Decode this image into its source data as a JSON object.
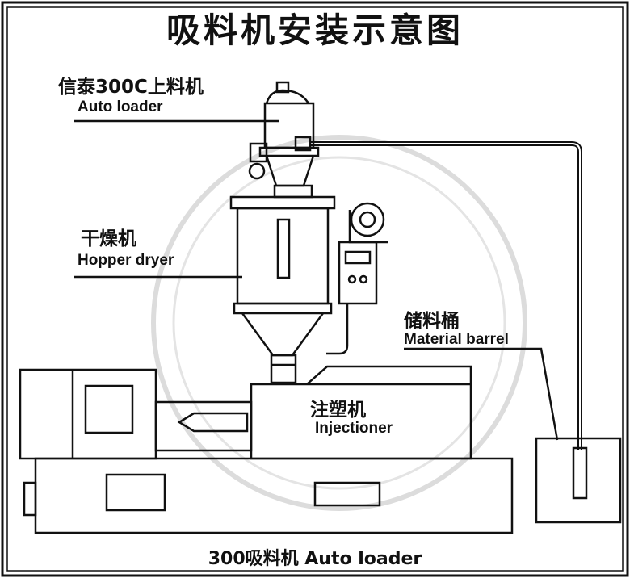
{
  "title": "吸料机安装示意图",
  "labels": {
    "auto_loader_zh": "信泰300C上料机",
    "auto_loader_en": "Auto loader",
    "hopper_dryer_zh": "干燥机",
    "hopper_dryer_en": "Hopper dryer",
    "material_barrel_zh": "储料桶",
    "material_barrel_en": "Material barrel",
    "injectioner_zh": "注塑机",
    "injectioner_en": "Injectioner"
  },
  "bottom_caption": "300吸料机 Auto loader",
  "colors": {
    "ink": "#111111",
    "paper": "#ffffff",
    "watermark": "#d9d9d9"
  }
}
